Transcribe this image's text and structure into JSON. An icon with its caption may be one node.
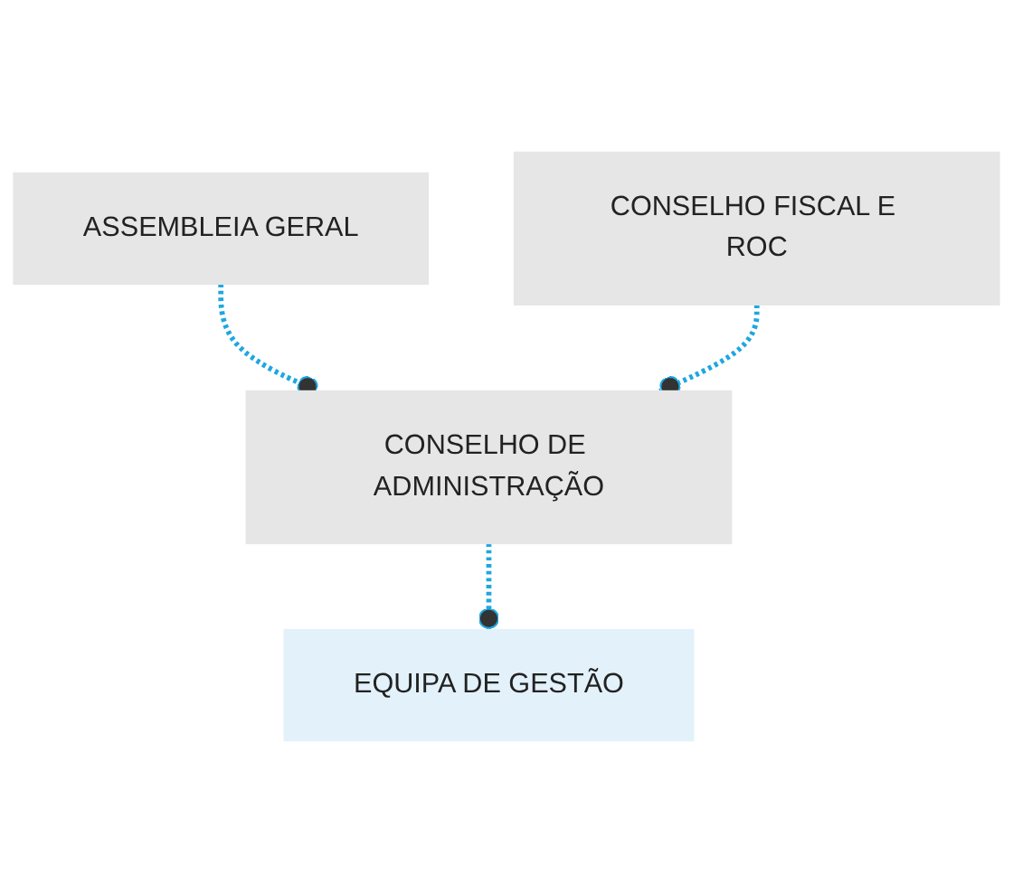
{
  "diagram": {
    "nodes": [
      {
        "text": [
          "ASSEMBLEIA GERAL"
        ]
      },
      {
        "text": [
          "CONSELHO FISCAL E ROC"
        ]
      },
      {
        "text": [
          "CONSELHO DE ADMINISTRAÇÃO"
        ]
      },
      {
        "text": [
          "EQUIPA DE GESTÃO"
        ]
      }
    ],
    "edges": [
      {
        "from": 0,
        "to": 2,
        "arrow": "other",
        "style": "dashed"
      },
      {
        "from": 1,
        "to": 2,
        "arrow": "other",
        "style": "dashed"
      },
      {
        "from": 2,
        "to": 3,
        "arrow": "other",
        "style": "dashed"
      }
    ]
  }
}
